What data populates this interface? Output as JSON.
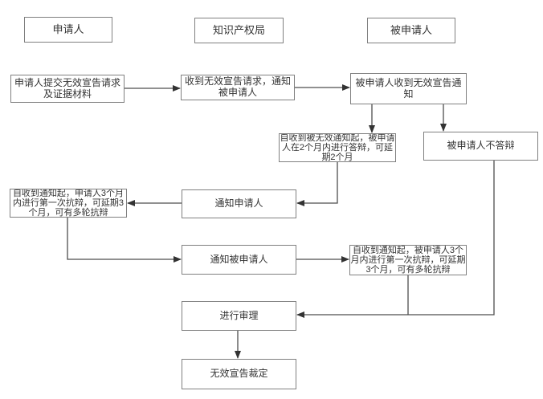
{
  "diagram": {
    "type": "flowchart",
    "language": "zh-CN",
    "colors": {
      "background": "#ffffff",
      "box_border": "#808080",
      "box_fill": "#ffffff",
      "text": "#333333",
      "connector": "#4d4d4d",
      "arrowhead": "#333333"
    },
    "lanes": {
      "applicant": "申请人",
      "ip_office": "知识产权局",
      "respondent": "被申请人"
    },
    "nodes": {
      "submit_request": "申请人提交无效宣告请求及证据材料",
      "receive_request": "收到无效宣告请求，通知被申请人",
      "respondent_receive_notice": "被申请人收到无效宣告通知",
      "respondent_reply": "自收到被无效通知起，被申请人在2个月内进行答辩，可延期2个月",
      "respondent_no_reply": "被申请人不答辩",
      "applicant_rebuttal": "自收到通知起，申请人3个月内进行第一次抗辩，可延期3个月，可有多轮抗辩",
      "notify_applicant": "通知申请人",
      "notify_respondent": "通知被申请人",
      "respondent_rebuttal": "自收到通知起，被申请人3个月内进行第一次抗辩，可延期3个月，可有多轮抗辩",
      "conduct_trial": "进行审理",
      "decision": "无效宣告裁定"
    },
    "edges": [
      {
        "from": "submit_request",
        "to": "receive_request"
      },
      {
        "from": "receive_request",
        "to": "respondent_receive_notice"
      },
      {
        "from": "respondent_receive_notice",
        "to": "respondent_reply"
      },
      {
        "from": "respondent_receive_notice",
        "to": "respondent_no_reply"
      },
      {
        "from": "respondent_reply",
        "to": "notify_applicant"
      },
      {
        "from": "notify_applicant",
        "to": "applicant_rebuttal"
      },
      {
        "from": "applicant_rebuttal",
        "to": "notify_respondent"
      },
      {
        "from": "notify_respondent",
        "to": "respondent_rebuttal"
      },
      {
        "from": "respondent_rebuttal",
        "to": "conduct_trial"
      },
      {
        "from": "respondent_no_reply",
        "to": "conduct_trial"
      },
      {
        "from": "conduct_trial",
        "to": "decision"
      }
    ]
  }
}
